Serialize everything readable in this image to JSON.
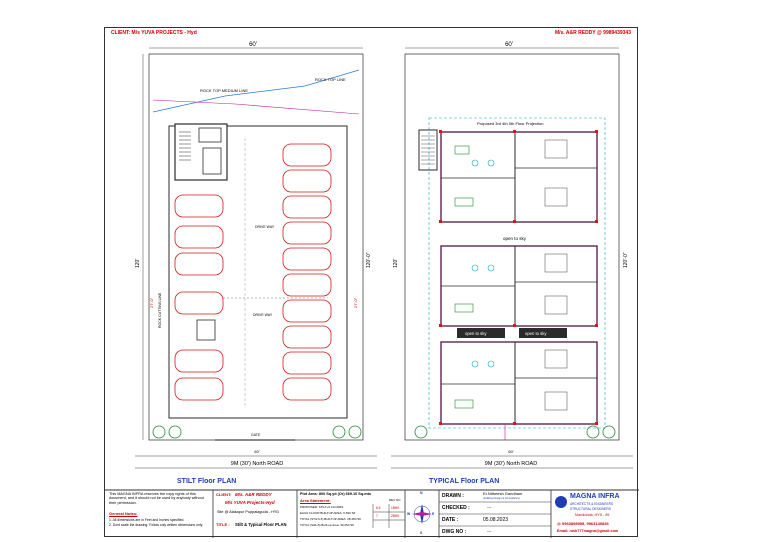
{
  "header": {
    "client_left": "CLIENT: M/s YUVA PROJECTS - Hyd",
    "client_right": "M/s. A&R REDDY @ 9989439343"
  },
  "plans": {
    "left": {
      "width_dim": "60'",
      "height_dim": "120'",
      "height_dim_right": "120'-0\"",
      "inner_dim_left": "27'-0\"",
      "inner_dim_right": "27'-0\"",
      "rock_top_medium": "ROCK TOP MEDIUM LINE",
      "rock_top": "ROCK TOP LINE",
      "rock_cutting": "ROCK CUTTING LINE",
      "drive_way": "DRIVE WAY",
      "gate": "GATE",
      "road_dim": "60'",
      "road": "9M (30') North ROAD",
      "title": "STILT Floor PLAN"
    },
    "right": {
      "width_dim": "60'",
      "height_dim": "120'",
      "height_dim_right": "120'-0\"",
      "top_label": "Proposed 3rd 4th 5th Floor Projection",
      "open_sky_1": "open to sky",
      "open_sky_2": "open to sky",
      "open_sky_3": "open to sky",
      "road_dim": "60'",
      "road": "9M (30') North ROAD",
      "title": "TYPICAL Floor PLAN"
    }
  },
  "title_block": {
    "copyright": "This MAGNA INFRA reserves the copy rights of this document, and it should not be used by anybody without their permission.",
    "general_notes_title": "General Notes:",
    "notes": [
      "1. All dimensions are in Feet and Inches specified.",
      "2. Dont scale the drawing. Follow only written dimensions only."
    ],
    "client_label": "CLIENT:",
    "client_name": "M/s. A&R REDDY",
    "client_company": "M/s YUVA Projects-Hyd",
    "site": "Site @ Alakapur Puppalaguda - HYD",
    "title_label": "TITLE :",
    "title_value": "Stilt & Typical Floor PLAN",
    "plot_area": "Plot Area: 800 Sq.yd (Or) 669.10 Sq.mts",
    "area_statement": "Area Statement:",
    "area_lines": [
      "PROPOSED: STILT+5 FLOORS",
      "EACH FLOOR BUILTUP AREA: 5,690 Sft",
      "TOTAL (STILT+5) BUILTUP AREA: 28,450 Sft",
      "TOTAL (Stilt+5) Built-up Area: 33,250 Sft"
    ],
    "rev_title": "REV NO",
    "rev_rows": [
      {
        "no": "6.5",
        "val": "1BHK"
      },
      {
        "no": "7",
        "val": "2BHK"
      }
    ],
    "compass_n": "N",
    "compass_s": "S",
    "compass_e": "E",
    "compass_w": "W",
    "drawn_label": "DRAWN :",
    "drawn_value": "Er.Nitheesh Gandham",
    "drawn_sub": "(Ar&Eng Design & Consultancy)",
    "checked_label": "CHECKED :",
    "checked_value": "---",
    "date_label": "DATE :",
    "date_value": "05.08.2023",
    "dwg_label": "DWG NO :",
    "dwg_value": "---",
    "company_name": "MAGNA INFRA",
    "company_tag1": "ARCHITECTS & ENGINEERS",
    "company_tag2": "STRUCTURAL DESIGNERS",
    "company_addr": "Manikonda, HYD - 89",
    "company_phone": "@ 9963898958, 9963140836",
    "company_email": "Email: nish777magna@gmail.com"
  },
  "colors": {
    "car": "#d41818",
    "wall": "#2b2b2b",
    "magenta": "#c0199a",
    "green": "#1f8a2f",
    "blue": "#1e3cb4",
    "cyan": "#1aa6c4"
  }
}
